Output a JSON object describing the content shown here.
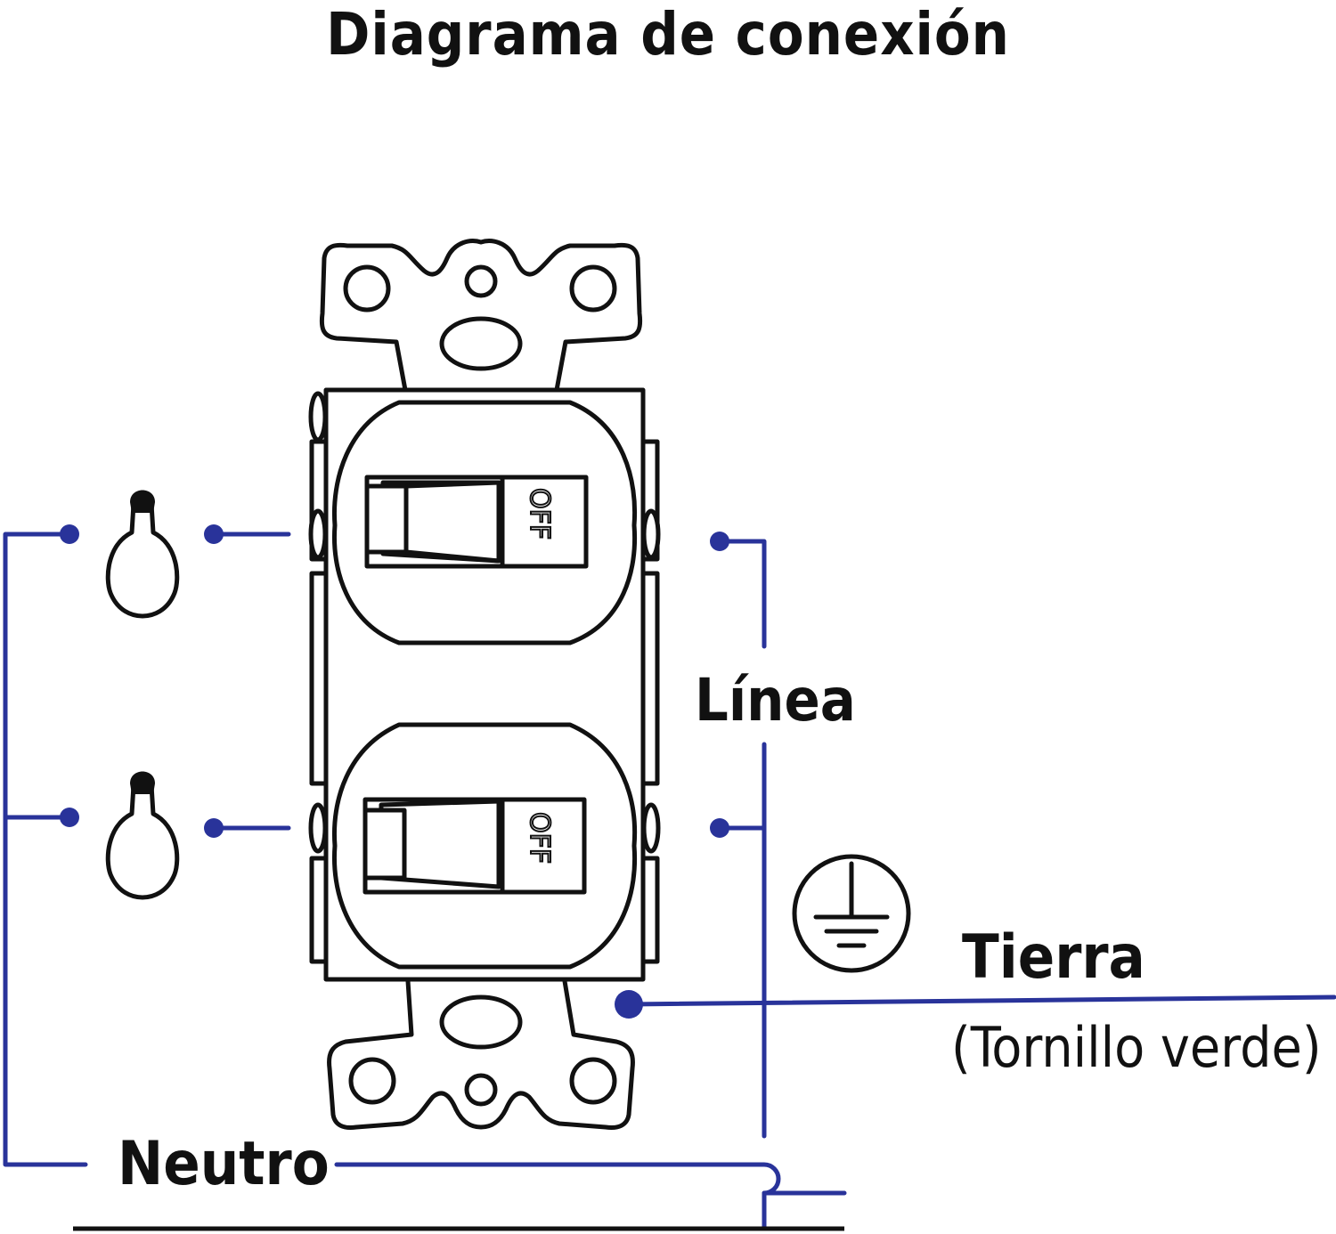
{
  "title": "Diagrama de conexión",
  "labels": {
    "line": "Línea",
    "ground": "Tierra",
    "ground_note": "(Tornillo verde)",
    "neutral": "Neutro"
  },
  "switch_labels": {
    "top": "OFF",
    "bottom": "OFF"
  },
  "colors": {
    "wire": "#29339a",
    "outline": "#111111",
    "background": "#ffffff"
  }
}
